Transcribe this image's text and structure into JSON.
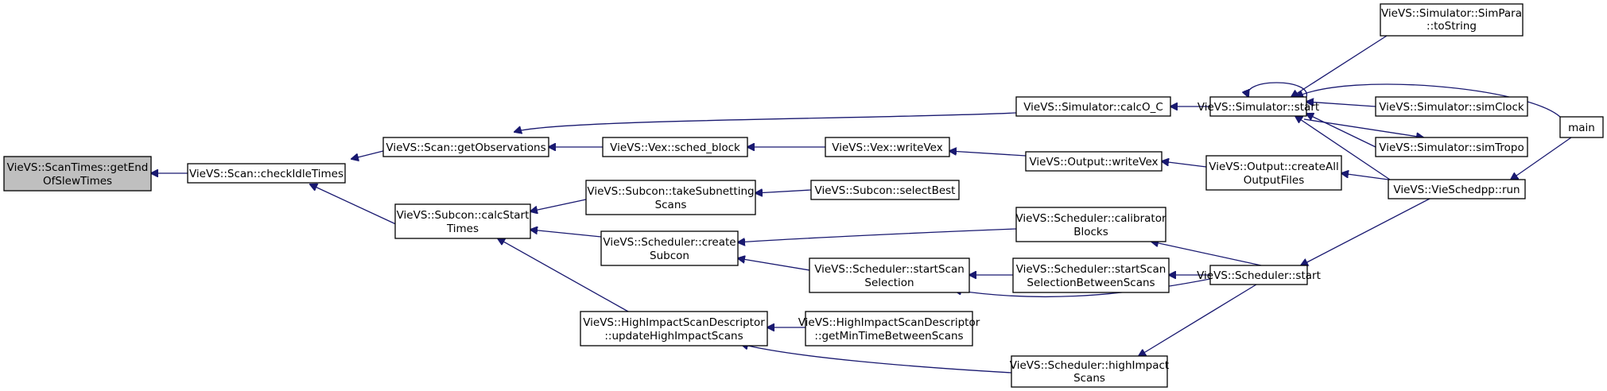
{
  "diagram": {
    "kind": "caller-graph",
    "colors": {
      "edge": "#191970",
      "root_fill": "#bfbfbf",
      "node_fill": "#ffffff",
      "border": "#000000"
    },
    "nodes": {
      "scantimes_getendofslewtimes": [
        "VieVS::ScanTimes::getEnd",
        "OfSlewTimes"
      ],
      "scan_checkidletimes": [
        "VieVS::Scan::checkIdleTimes"
      ],
      "scan_getobservations": [
        "VieVS::Scan::getObservations"
      ],
      "subcon_calcstarttimes": [
        "VieVS::Subcon::calcStart",
        "Times"
      ],
      "vex_sched_block": [
        "VieVS::Vex::sched_block"
      ],
      "subcon_takesubnettingscans": [
        "VieVS::Subcon::takeSubnetting",
        "Scans"
      ],
      "scheduler_createsubcon": [
        "VieVS::Scheduler::create",
        "Subcon"
      ],
      "hisd_updatehighimpactscans": [
        "VieVS::HighImpactScanDescriptor",
        "::updateHighImpactScans"
      ],
      "simulator_calco_c": [
        "VieVS::Simulator::calcO_C"
      ],
      "vex_writevex": [
        "VieVS::Vex::writeVex"
      ],
      "subcon_selectbest": [
        "VieVS::Subcon::selectBest"
      ],
      "scheduler_calibratorblocks": [
        "VieVS::Scheduler::calibrator",
        "Blocks"
      ],
      "scheduler_startscanselection": [
        "VieVS::Scheduler::startScan",
        "Selection"
      ],
      "hisd_getmintimebetweenscans": [
        "VieVS::HighImpactScanDescriptor",
        "::getMinTimeBetweenScans"
      ],
      "scheduler_highimpactscans": [
        "VieVS::Scheduler::highImpact",
        "Scans"
      ],
      "output_writevex": [
        "VieVS::Output::writeVex"
      ],
      "scheduler_startscanselectionbetweenscans": [
        "VieVS::Scheduler::startScan",
        "SelectionBetweenScans"
      ],
      "simulator_start": [
        "VieVS::Simulator::start"
      ],
      "output_createalloutputfiles": [
        "VieVS::Output::createAll",
        "OutputFiles"
      ],
      "scheduler_start": [
        "VieVS::Scheduler::start"
      ],
      "simulator_simpara_tostring": [
        "VieVS::Simulator::SimPara",
        "::toString"
      ],
      "simulator_simclock": [
        "VieVS::Simulator::simClock"
      ],
      "simulator_simtropo": [
        "VieVS::Simulator::simTropo"
      ],
      "vieschedpp_run": [
        "VieVS::VieSchedpp::run"
      ],
      "main": [
        "main"
      ]
    }
  }
}
